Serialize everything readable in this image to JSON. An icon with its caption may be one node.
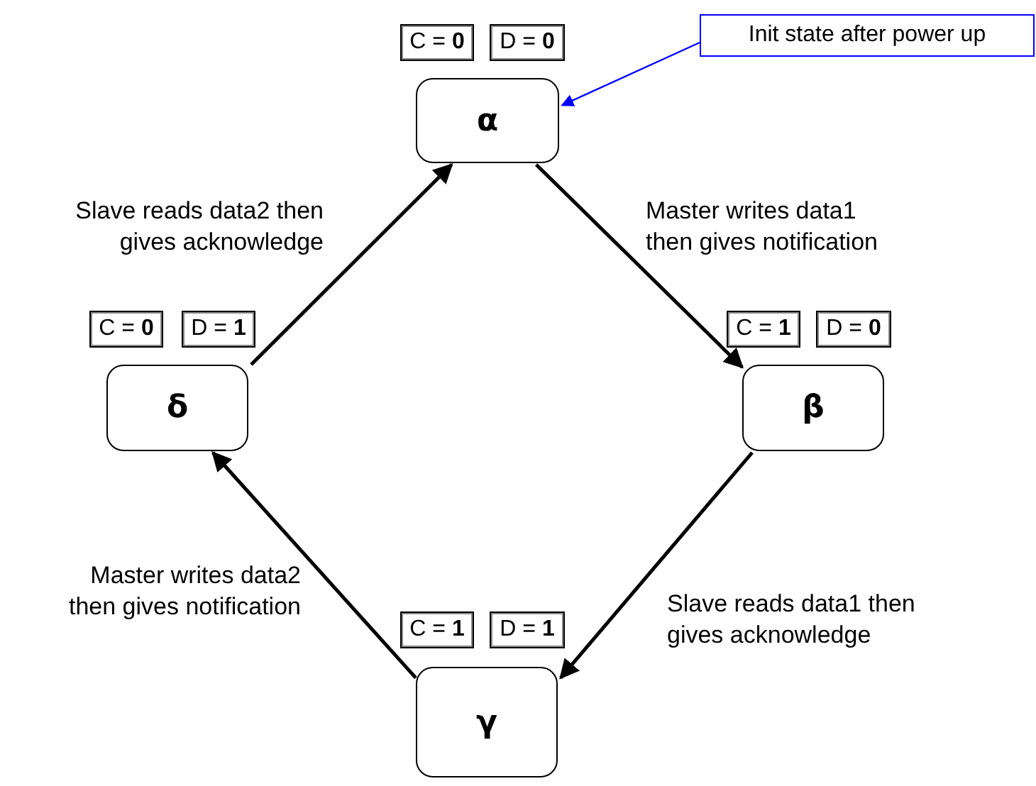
{
  "diagram": {
    "nodes": [
      {
        "text": [
          "C = **0**"
        ]
      },
      {
        "text": [
          "D = **0**"
        ]
      },
      {
        "text": [
          "Init state after power up"
        ]
      },
      {
        "text": [
          "α"
        ]
      },
      {
        "text": [
          "C = **0**"
        ]
      },
      {
        "text": [
          "D = **1**"
        ]
      },
      {
        "text": [
          "C = **1**"
        ]
      },
      {
        "text": [
          "D = **0**"
        ]
      },
      {
        "text": [
          "δ"
        ]
      },
      {
        "text": [
          "β"
        ]
      },
      {
        "text": [
          "C = **1**"
        ]
      },
      {
        "text": [
          "D = **1**"
        ]
      },
      {
        "text": [
          "γ"
        ]
      }
    ],
    "edges": [
      {
        "from": 2,
        "to": 3,
        "arrow": "to",
        "color": "#0000ff"
      },
      {
        "from": 3,
        "to": 9,
        "arrow": "to",
        "label": "Master writes data1 then gives notification"
      },
      {
        "from": 9,
        "to": 12,
        "arrow": "to",
        "label": "Slave reads data1 then gives acknowledge"
      },
      {
        "from": 12,
        "to": 8,
        "arrow": "to",
        "label": "Master writes data2 then gives notification"
      },
      {
        "from": 8,
        "to": 3,
        "arrow": "to",
        "label": "Slave reads data2 then gives acknowledge"
      }
    ]
  }
}
